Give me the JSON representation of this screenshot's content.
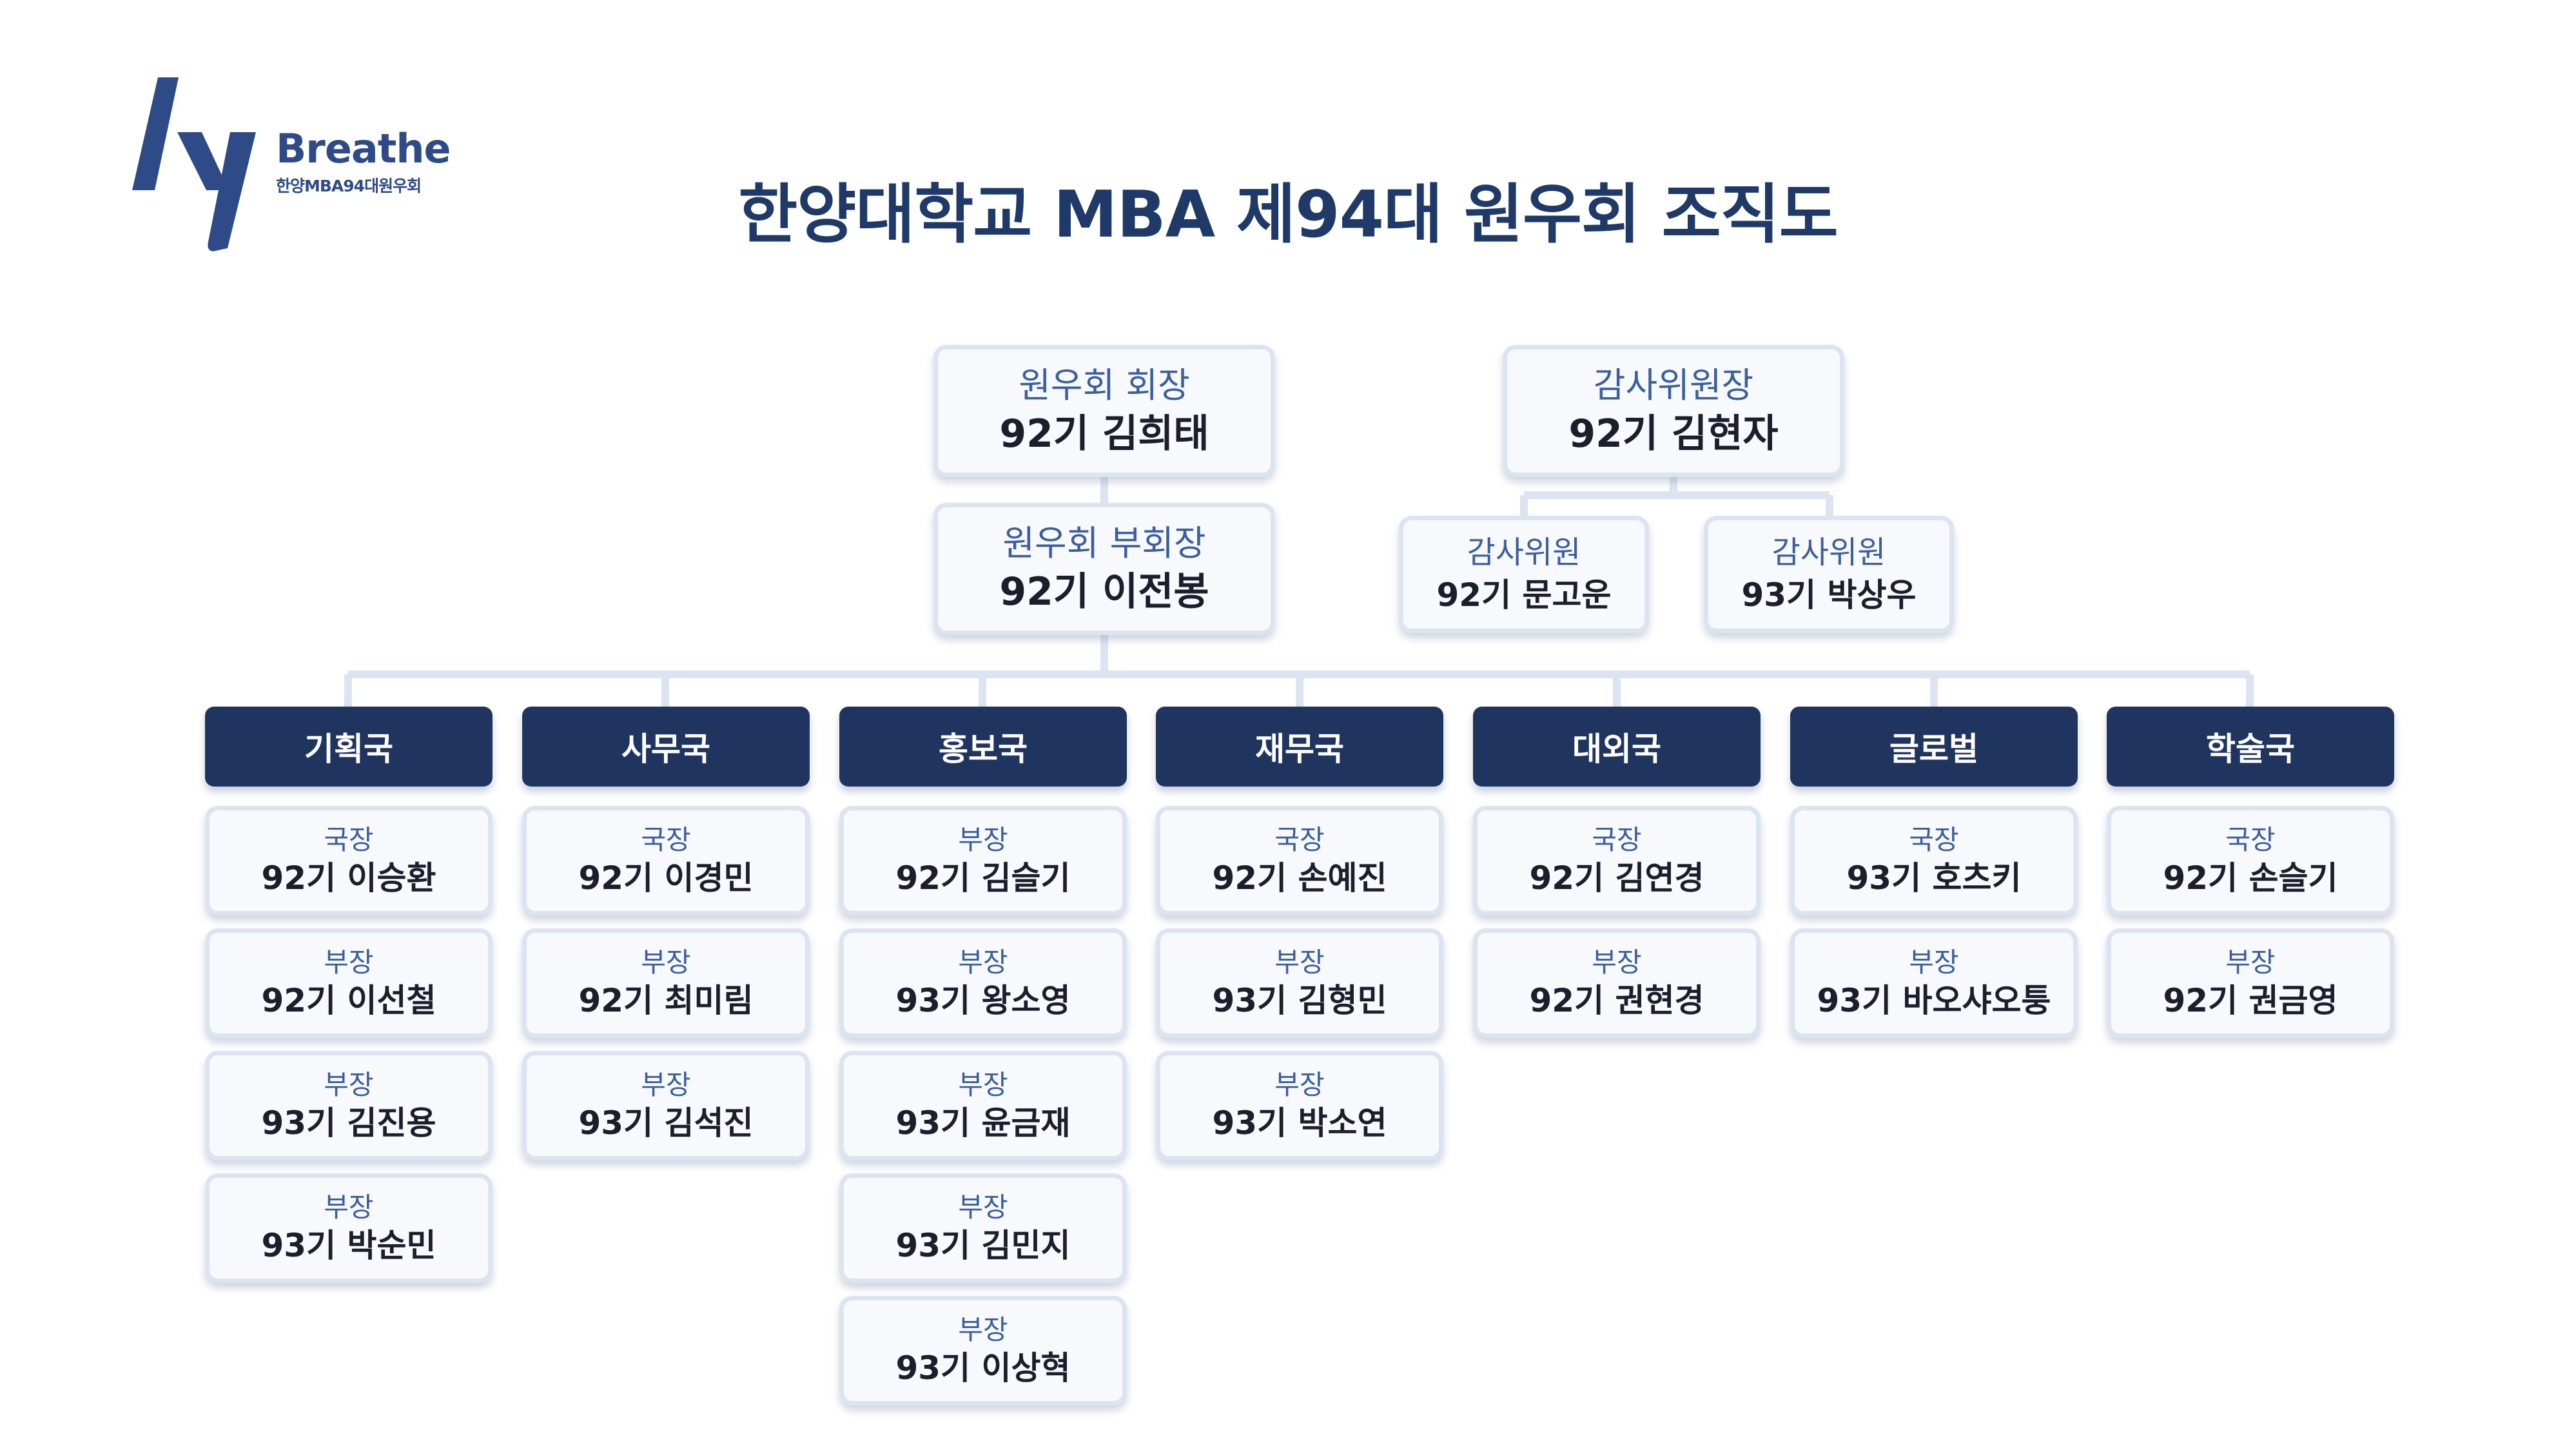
{
  "brand": {
    "name": "Breathe",
    "subtitle": "한양MBA94대원우회",
    "colors": {
      "primary": "#2e4a87",
      "accent": "#3a5e9e",
      "dept": "#1f3560"
    }
  },
  "title": "한양대학교 MBA 제94대 원우회 조직도",
  "leadership": {
    "president": {
      "role": "원우회 회장",
      "name": "92기 김희태"
    },
    "vice_president": {
      "role": "원우회 부회장",
      "name": "92기 이전봉"
    },
    "chief_auditor": {
      "role": "감사위원장",
      "name": "92기 김현자"
    },
    "auditors": [
      {
        "role": "감사위원",
        "name": "92기 문고운"
      },
      {
        "role": "감사위원",
        "name": "93기 박상우"
      }
    ]
  },
  "departments": [
    {
      "name": "기획국",
      "members": [
        {
          "role": "국장",
          "name": "92기 이승환"
        },
        {
          "role": "부장",
          "name": "92기 이선철"
        },
        {
          "role": "부장",
          "name": "93기 김진용"
        },
        {
          "role": "부장",
          "name": "93기 박순민"
        }
      ]
    },
    {
      "name": "사무국",
      "members": [
        {
          "role": "국장",
          "name": "92기 이경민"
        },
        {
          "role": "부장",
          "name": "92기 최미림"
        },
        {
          "role": "부장",
          "name": "93기 김석진"
        }
      ]
    },
    {
      "name": "홍보국",
      "members": [
        {
          "role": "부장",
          "name": "92기 김슬기"
        },
        {
          "role": "부장",
          "name": "93기 왕소영"
        },
        {
          "role": "부장",
          "name": "93기 윤금재"
        },
        {
          "role": "부장",
          "name": "93기 김민지"
        },
        {
          "role": "부장",
          "name": "93기 이상혁"
        }
      ]
    },
    {
      "name": "재무국",
      "members": [
        {
          "role": "국장",
          "name": "92기 손예진"
        },
        {
          "role": "부장",
          "name": "93기 김형민"
        },
        {
          "role": "부장",
          "name": "93기 박소연"
        }
      ]
    },
    {
      "name": "대외국",
      "members": [
        {
          "role": "국장",
          "name": "92기 김연경"
        },
        {
          "role": "부장",
          "name": "92기 권현경"
        }
      ]
    },
    {
      "name": "글로벌",
      "members": [
        {
          "role": "국장",
          "name": "93기 호츠키"
        },
        {
          "role": "부장",
          "name": "93기 바오샤오퉁"
        }
      ]
    },
    {
      "name": "학술국",
      "members": [
        {
          "role": "국장",
          "name": "92기 손슬기"
        },
        {
          "role": "부장",
          "name": "92기 권금영"
        }
      ]
    }
  ]
}
